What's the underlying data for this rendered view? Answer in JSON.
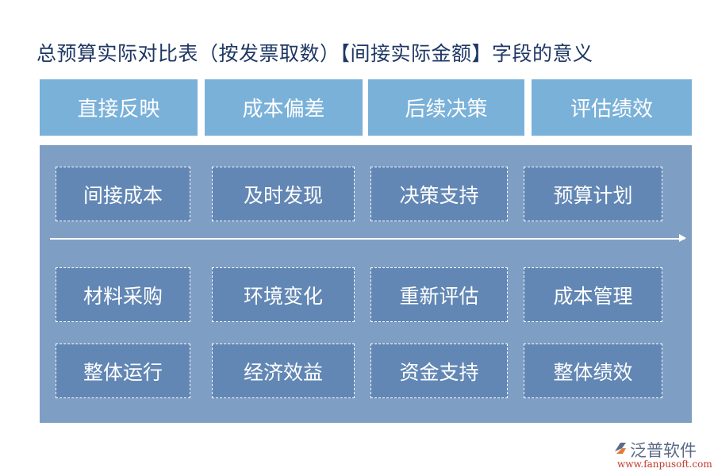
{
  "title": "总预算实际对比表（按发票取数）【间接实际金额】字段的意义",
  "headers": [
    "直接反映",
    "成本偏差",
    "后续决策",
    "评估绩效"
  ],
  "rows": [
    [
      "间接成本",
      "及时发现",
      "决策支持",
      "预算计划"
    ],
    [
      "材料采购",
      "环境变化",
      "重新评估",
      "成本管理"
    ],
    [
      "整体运行",
      "经济效益",
      "资金支持",
      "整体绩效"
    ]
  ],
  "logo": {
    "name": "泛普软件",
    "url": "www.fanpusoft.com"
  },
  "colors": {
    "title": "#1f3864",
    "header_bg": "#7ab1d9",
    "panel_bg": "#7f9ec4",
    "cell_bg": "#6287b4"
  }
}
